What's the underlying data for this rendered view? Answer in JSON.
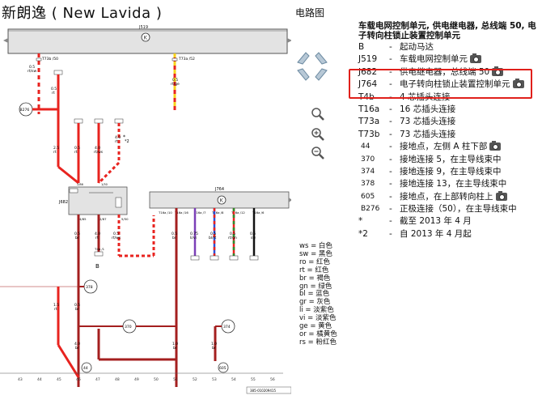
{
  "page": {
    "title": "新朗逸 ( New Lavida )",
    "subtitle": "电路图"
  },
  "legend": {
    "heading": "车载电网控制单元, 供电继电器, 总线端 50, 电子转向柱锁止装置控制单元",
    "rows": [
      {
        "code": "B",
        "desc": "起动马达",
        "camera": false
      },
      {
        "code": "J519",
        "desc": "车载电网控制单元",
        "camera": true
      },
      {
        "code": "J682",
        "desc": "供电继电器，总线端 50",
        "camera": true
      },
      {
        "code": "J764",
        "desc": "电子转向柱锁止装置控制单元",
        "camera": true
      },
      {
        "code": "T4b",
        "desc": "4 芯插头连接",
        "camera": false
      },
      {
        "code": "T16a",
        "desc": "16 芯插头连接",
        "camera": false
      },
      {
        "code": "T73a",
        "desc": "73 芯插头连接",
        "camera": false
      },
      {
        "code": "T73b",
        "desc": "73 芯插头连接",
        "camera": false
      },
      {
        "code": "44",
        "desc": "接地点，左侧 A 柱下部",
        "camera": true
      },
      {
        "code": "370",
        "desc": "接地连接 5，在主导线束中",
        "camera": false
      },
      {
        "code": "374",
        "desc": "接地连接 9，在主导线束中",
        "camera": false
      },
      {
        "code": "378",
        "desc": "接地连接 13，在主导线束中",
        "camera": false
      },
      {
        "code": "605",
        "desc": "接地点，在上部转向柱上",
        "camera": true
      },
      {
        "code": "B276",
        "desc": "正极连接（50），在主导线束中",
        "camera": false
      },
      {
        "code": "*",
        "desc": "截至 2013 年 4 月",
        "camera": false
      },
      {
        "code": "*2",
        "desc": "自 2013 年 4 月起",
        "camera": false
      }
    ]
  },
  "colors": [
    {
      "code": "ws",
      "name": "白色"
    },
    {
      "code": "sw",
      "name": "黑色"
    },
    {
      "code": "ro",
      "name": "红色"
    },
    {
      "code": "rt",
      "name": "红色"
    },
    {
      "code": "br",
      "name": "褐色"
    },
    {
      "code": "gn",
      "name": "绿色"
    },
    {
      "code": "bl",
      "name": "蓝色"
    },
    {
      "code": "gr",
      "name": "灰色"
    },
    {
      "code": "li",
      "name": "淡紫色"
    },
    {
      "code": "vi",
      "name": "淡紫色"
    },
    {
      "code": "ge",
      "name": "黄色"
    },
    {
      "code": "or",
      "name": "橘黄色"
    },
    {
      "code": "rs",
      "name": "粉红色"
    }
  ],
  "diagram": {
    "j519": "J519",
    "j682": "J682",
    "j764": "J764",
    "ground_44": "44",
    "ground_370": "370",
    "ground_374": "374",
    "ground_378": "378",
    "ground_605": "605",
    "b276": "B276",
    "starter": "B",
    "wire_t73b": "T73b /50",
    "wire_t73a": "T73a /52",
    "gauge_05": "0.5",
    "gauge_25": "2.5",
    "gauge_40": "4.0",
    "gauge_075": "0.75",
    "gauge_15": "1.5",
    "gauge_10": "1.0",
    "col_rtsw": "rt/sw",
    "col_rtge": "rt/ge",
    "col_rt": "rt",
    "col_br": "br",
    "col_rtws": "rt/ws",
    "col_bl": "bl",
    "col_blrt": "bl/rt",
    "col_rtgn": "rt/gn",
    "col_sw": "sw",
    "col_li": "li/vi",
    "t16a_10": "T16a /10",
    "t16a_16": "T16a /16",
    "t16a_7": "T16a /7",
    "t16a_8": "T16a /8",
    "t16a_12": "T16a /12",
    "t16a_6": "T16a /6",
    "t4b": "T4b /1",
    "pin_485": "4/85",
    "pin_287": "2/87",
    "pin_130": "1/30",
    "pin_286": "2/86",
    "pin_50": "5/50",
    "star": "*",
    "star2": "*2",
    "footer_ref": "385-010209415",
    "ruler": [
      "43",
      "44",
      "45",
      "46",
      "47",
      "48",
      "49",
      "50",
      "51",
      "52",
      "53",
      "54",
      "55",
      "56"
    ]
  }
}
